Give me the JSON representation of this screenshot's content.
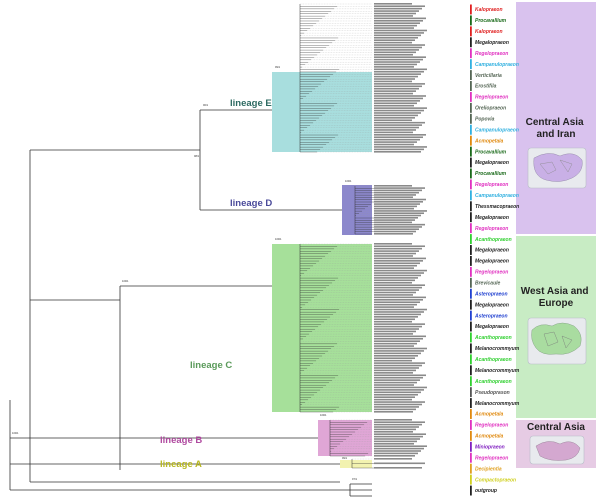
{
  "lineages": [
    {
      "id": "E",
      "label": "lineage E",
      "color": "#a8dede",
      "text_color": "#2e6a62"
    },
    {
      "id": "D",
      "label": "lineage D",
      "color": "#8c88cc",
      "text_color": "#4a4a9a"
    },
    {
      "id": "C",
      "label": "lineage C",
      "color": "#a6e09a",
      "text_color": "#5a9a5a"
    },
    {
      "id": "B",
      "label": "lineage B",
      "color": "#e0a6d6",
      "text_color": "#b04aa0"
    },
    {
      "id": "A",
      "label": "lineage A",
      "color": "#f2f2b0",
      "text_color": "#b8b822"
    }
  ],
  "sections": [
    {
      "label": "Kalopraeon",
      "color": "#e02020"
    },
    {
      "label": "Procavallium",
      "color": "#1a6a1a"
    },
    {
      "label": "Kalopraeon",
      "color": "#e02020"
    },
    {
      "label": "Megalopraeon",
      "color": "#222222"
    },
    {
      "label": "Regelopraeon",
      "color": "#e030c0"
    },
    {
      "label": "Campanulopraeon",
      "color": "#30b0e0"
    },
    {
      "label": "Verticillaria",
      "color": "#556655"
    },
    {
      "label": "Erostifila",
      "color": "#556655"
    },
    {
      "label": "Regelopraeon",
      "color": "#e030c0"
    },
    {
      "label": "Oreliopraeon",
      "color": "#556655"
    },
    {
      "label": "Popovia",
      "color": "#556655"
    },
    {
      "label": "Campanulopraeon",
      "color": "#30b0e0"
    },
    {
      "label": "Acmopetala",
      "color": "#e08a10"
    },
    {
      "label": "Procavallium",
      "color": "#1a6a1a"
    },
    {
      "label": "Megalopraeon",
      "color": "#222222"
    },
    {
      "label": "Procavallium",
      "color": "#1a6a1a"
    },
    {
      "label": "Regelopraeon",
      "color": "#e030c0"
    },
    {
      "label": "Campanulopraeon",
      "color": "#30b0e0"
    },
    {
      "label": "Thessmacopraeon",
      "color": "#222222"
    },
    {
      "label": "Megalopraeon",
      "color": "#222222"
    },
    {
      "label": "Regelopraeon",
      "color": "#e030c0"
    },
    {
      "label": "Acanthopraeon",
      "color": "#30d030"
    },
    {
      "label": "Megalopraeon",
      "color": "#222222"
    },
    {
      "label": "Megalopraeon",
      "color": "#222222"
    },
    {
      "label": "Regelopraeon",
      "color": "#e030c0"
    },
    {
      "label": "Brevicaule",
      "color": "#556655"
    },
    {
      "label": "Asteropraeon",
      "color": "#2040d0"
    },
    {
      "label": "Megalopraeon",
      "color": "#222222"
    },
    {
      "label": "Asteropraeon",
      "color": "#2040d0"
    },
    {
      "label": "Megalopraeon",
      "color": "#222222"
    },
    {
      "label": "Acanthopraeon",
      "color": "#30d030"
    },
    {
      "label": "Melanocrommyum",
      "color": "#222222"
    },
    {
      "label": "Acanthopraeon",
      "color": "#30d030"
    },
    {
      "label": "Melanocrommyum",
      "color": "#222222"
    },
    {
      "label": "Acanthopraeon",
      "color": "#30d030"
    },
    {
      "label": "Pseudoprason",
      "color": "#555555"
    },
    {
      "label": "Melanocrommyum",
      "color": "#222222"
    },
    {
      "label": "Acmopetala",
      "color": "#e08a10"
    },
    {
      "label": "Regelopraeon",
      "color": "#e030c0"
    },
    {
      "label": "Acmopetala",
      "color": "#e08a10"
    },
    {
      "label": "Miniopraeon",
      "color": "#8020c0"
    },
    {
      "label": "Regelopraeon",
      "color": "#e030c0"
    },
    {
      "label": "Decipientia",
      "color": "#e0a020"
    },
    {
      "label": "Compactopraeon",
      "color": "#d0d020"
    },
    {
      "label": "outgroup",
      "color": "#222222"
    }
  ],
  "regions": [
    {
      "label": "Central Asia and Iran",
      "line1": "Central Asia",
      "line2": "and Iran",
      "color": "#d9c2ee"
    },
    {
      "label": "West Asia and Europe",
      "line1": "West Asia and",
      "line2": "Europe",
      "color": "#c8ecc4"
    },
    {
      "label": "Central Asia",
      "line1": "Central Asia",
      "line2": "",
      "color": "#e6cbe4"
    }
  ],
  "support_values": [
    "98/1",
    "96/1",
    "99/1",
    "100/1",
    "100/1",
    "100/1",
    "100/1",
    "99/1",
    "100/1",
    "97/1"
  ]
}
